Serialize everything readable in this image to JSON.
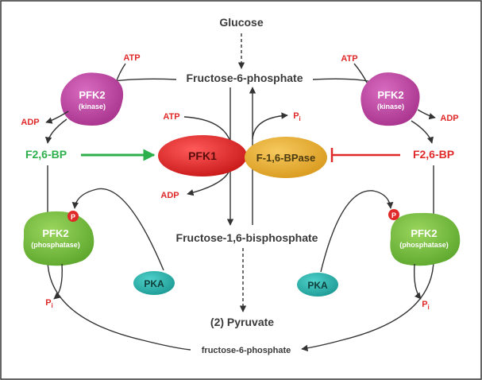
{
  "metabolites": {
    "glucose": "Glucose",
    "f6p": "Fructose-6-phosphate",
    "f16bp": "Fructose-1,6-bisphosphate",
    "pyruvate": "(2) Pyruvate",
    "f6p_bottom": "fructose-6-phosphate"
  },
  "enzymes": {
    "pfk1": "PFK1",
    "fbpase": "F-1,6-BPase",
    "pfk2": "PFK2",
    "kinase": "(kinase)",
    "phosphatase": "(phosphatase)",
    "pka": "PKA"
  },
  "cofactors": {
    "atp": "ATP",
    "adp": "ADP",
    "p": "P",
    "pi_sub": "i",
    "phospho_badge": "P"
  },
  "regulators": {
    "f26bp": "F2,6-BP"
  },
  "colors": {
    "pfk2_kinase": "#c04aa6",
    "pfk2_phosphatase": "#7cc142",
    "pfk1": "#e02a2a",
    "fbpase": "#eab23a",
    "pka": "#2fb6b0",
    "activation": "#2db04b",
    "inhibition": "#e02a2a"
  }
}
